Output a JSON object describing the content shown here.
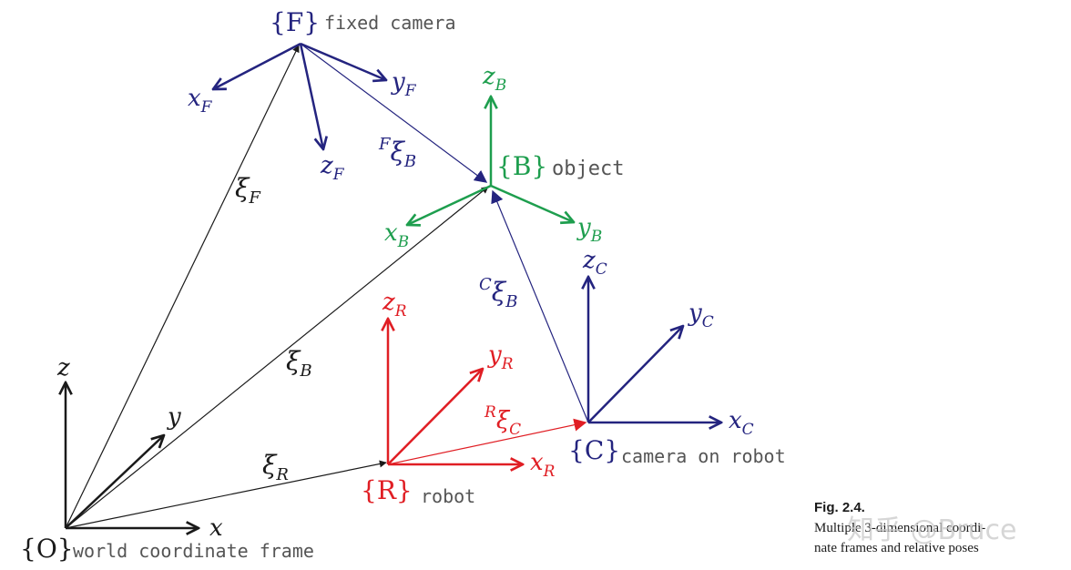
{
  "colors": {
    "black": "#1a1a1a",
    "blue": "#24247f",
    "green": "#1e9e4e",
    "red": "#e01e24",
    "gray": "#555555",
    "watermark": "#c8c8c8"
  },
  "frames": {
    "O": {
      "label": "{O}",
      "desc": "world coordinate frame",
      "axes": {
        "x": "x",
        "y": "y",
        "z": "z"
      }
    },
    "F": {
      "label": "{F}",
      "desc": "fixed camera",
      "axes": {
        "x": "x",
        "y": "y",
        "z": "z"
      },
      "sub": "F"
    },
    "B": {
      "label": "{B}",
      "desc": "object",
      "axes": {
        "x": "x",
        "y": "y",
        "z": "z"
      },
      "sub": "B"
    },
    "R": {
      "label": "{R}",
      "desc": "robot",
      "axes": {
        "x": "x",
        "y": "y",
        "z": "z"
      },
      "sub": "R"
    },
    "C": {
      "label": "{C}",
      "desc": "camera on robot",
      "axes": {
        "x": "x",
        "y": "y",
        "z": "z"
      },
      "sub": "C"
    }
  },
  "poses": {
    "xi_F": {
      "symbol": "ξ",
      "sub": "F"
    },
    "xi_B": {
      "symbol": "ξ",
      "sub": "B"
    },
    "xi_R": {
      "symbol": "ξ",
      "sub": "R"
    },
    "F_xi_B": {
      "sup": "F",
      "symbol": "ξ",
      "sub": "B"
    },
    "C_xi_B": {
      "sup": "C",
      "symbol": "ξ",
      "sub": "B"
    },
    "R_xi_C": {
      "sup": "R",
      "symbol": "ξ",
      "sub": "C"
    }
  },
  "caption": {
    "title": "Fig. 2.4.",
    "line1": "Multiple 3-dimensional coordi-",
    "line2": "nate frames and relative poses"
  },
  "watermark": "知乎 @Bruce"
}
